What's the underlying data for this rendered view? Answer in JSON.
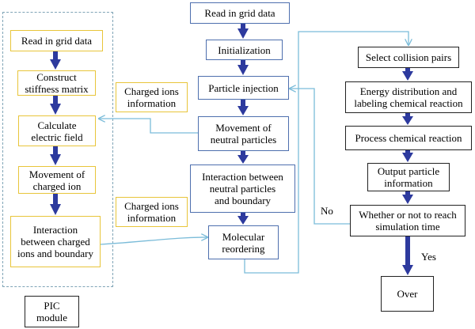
{
  "pic": {
    "label": "PIC\nmodule",
    "steps": [
      "Read in grid data",
      "Construct\nstiffness matrix",
      "Calculate\nelectric field",
      "Movement of\ncharged ion",
      "Interaction\nbetween charged\nions and boundary"
    ]
  },
  "main": {
    "steps": [
      "Read in grid data",
      "Initialization",
      "Particle injection",
      "Movement of\nneutral particles",
      "Interaction between\nneutral particles\nand boundary",
      "Molecular\nreordering"
    ]
  },
  "dsmc": {
    "steps": [
      "Select collision pairs",
      "Energy distribution and\nlabeling chemical reaction",
      "Process chemical reaction",
      "Output particle\ninformation",
      "Whether or not to reach\nsimulation time",
      "Over"
    ]
  },
  "exchange": {
    "top": "Charged ions\ninformation",
    "bottom": "Charged ions\ninformation"
  },
  "decisions": {
    "no": "No",
    "yes": "Yes"
  },
  "colors": {
    "arrow": "#2d3a9e",
    "connector": "#7bbcd9",
    "yellow_border": "#e8c53a",
    "blue_border": "#4e6fae"
  }
}
